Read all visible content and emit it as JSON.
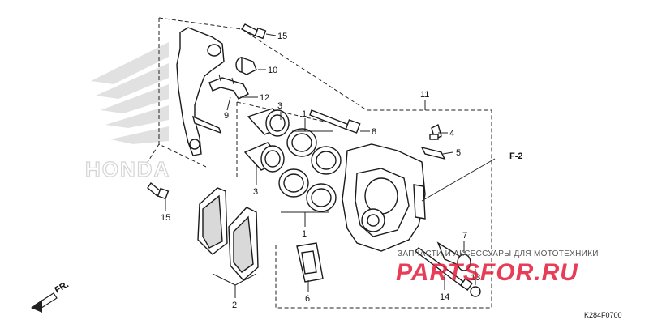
{
  "diagram": {
    "callouts": [
      {
        "id": "c1a",
        "text": "1"
      },
      {
        "id": "c1b",
        "text": "1"
      },
      {
        "id": "c2",
        "text": "2"
      },
      {
        "id": "c3a",
        "text": "3"
      },
      {
        "id": "c3b",
        "text": "3"
      },
      {
        "id": "c4",
        "text": "4"
      },
      {
        "id": "c5",
        "text": "5"
      },
      {
        "id": "c6",
        "text": "6"
      },
      {
        "id": "c7",
        "text": "7"
      },
      {
        "id": "c8",
        "text": "8"
      },
      {
        "id": "c9",
        "text": "9"
      },
      {
        "id": "c10",
        "text": "10"
      },
      {
        "id": "c11",
        "text": "11"
      },
      {
        "id": "c12",
        "text": "12"
      },
      {
        "id": "c13",
        "text": "13"
      },
      {
        "id": "c14",
        "text": "14"
      },
      {
        "id": "c15a",
        "text": "15"
      },
      {
        "id": "c15b",
        "text": "15"
      }
    ],
    "ref_label": "F-2",
    "front_label": "FR.",
    "part_code": "K284F0700",
    "watermark": {
      "brand": "HONDA",
      "shop_tagline": "ЗАПЧАСТИ И АКСЕССУАРЫ ДЛЯ МОТОТЕХНИКИ",
      "shop_name": "PARTSFOR.RU",
      "colors": {
        "brand_logo": "#b8b8b8",
        "shop_name": "#e51c3a",
        "tagline": "#555555"
      }
    }
  }
}
